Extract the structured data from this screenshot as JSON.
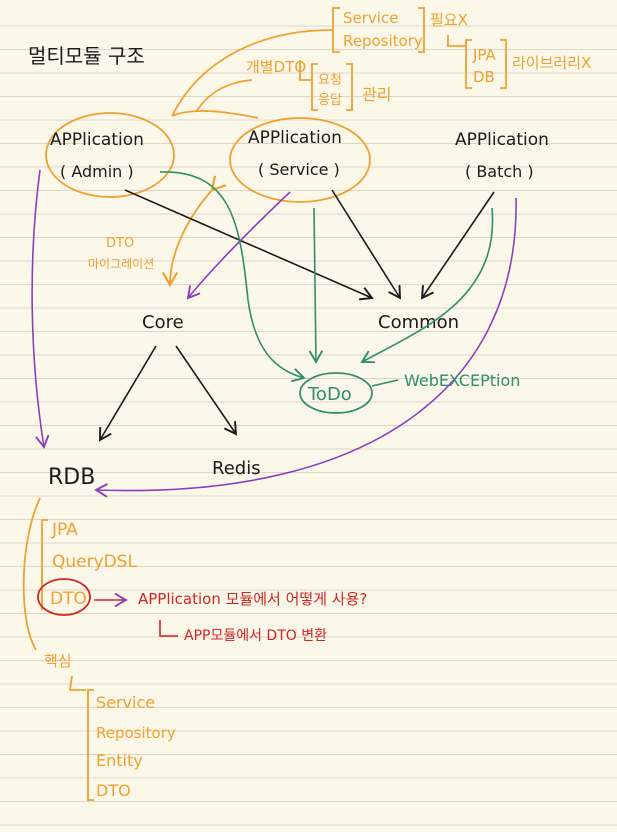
{
  "title": "멀티모듈 구조",
  "colors": {
    "black": "#1b1b1b",
    "orange": "#f0a030",
    "green": "#2f8f6a",
    "red": "#d32424",
    "purple": "#8b3fbf",
    "paper": "#fbf8ea",
    "rule": "#d9d3c3"
  },
  "modules": {
    "admin": {
      "name": "APPlication",
      "sub": "( Admin )"
    },
    "service": {
      "name": "APPlication",
      "sub": "( Service )"
    },
    "batch": {
      "name": "APPlication",
      "sub": "( Batch )"
    },
    "core": "Core",
    "common": "Common",
    "todo": "ToDo",
    "rdb": "RDB",
    "redis": "Redis"
  },
  "annotations": {
    "dto_individual": "개별DTO",
    "service_repo": [
      "Service",
      "Repository"
    ],
    "no_need": "필요X",
    "jpa_db": [
      "JPA",
      "DB"
    ],
    "library_x": "라이브러리X",
    "request_response": [
      "요청",
      "응답"
    ],
    "manage": "관리",
    "dto_migration": [
      "DTO",
      "마이그레이션"
    ],
    "web_exception": "WebEXCEPtion"
  },
  "rdb_details": {
    "items": [
      "JPA",
      "QueryDSL",
      "DTO"
    ],
    "question": "APPlication 모듈에서 어떻게 사용?",
    "answer": "APP모듈에서 DTO 변환",
    "core_label": "핵심",
    "core_items": [
      "Service",
      "Repository",
      "Entity",
      "DTO"
    ]
  }
}
